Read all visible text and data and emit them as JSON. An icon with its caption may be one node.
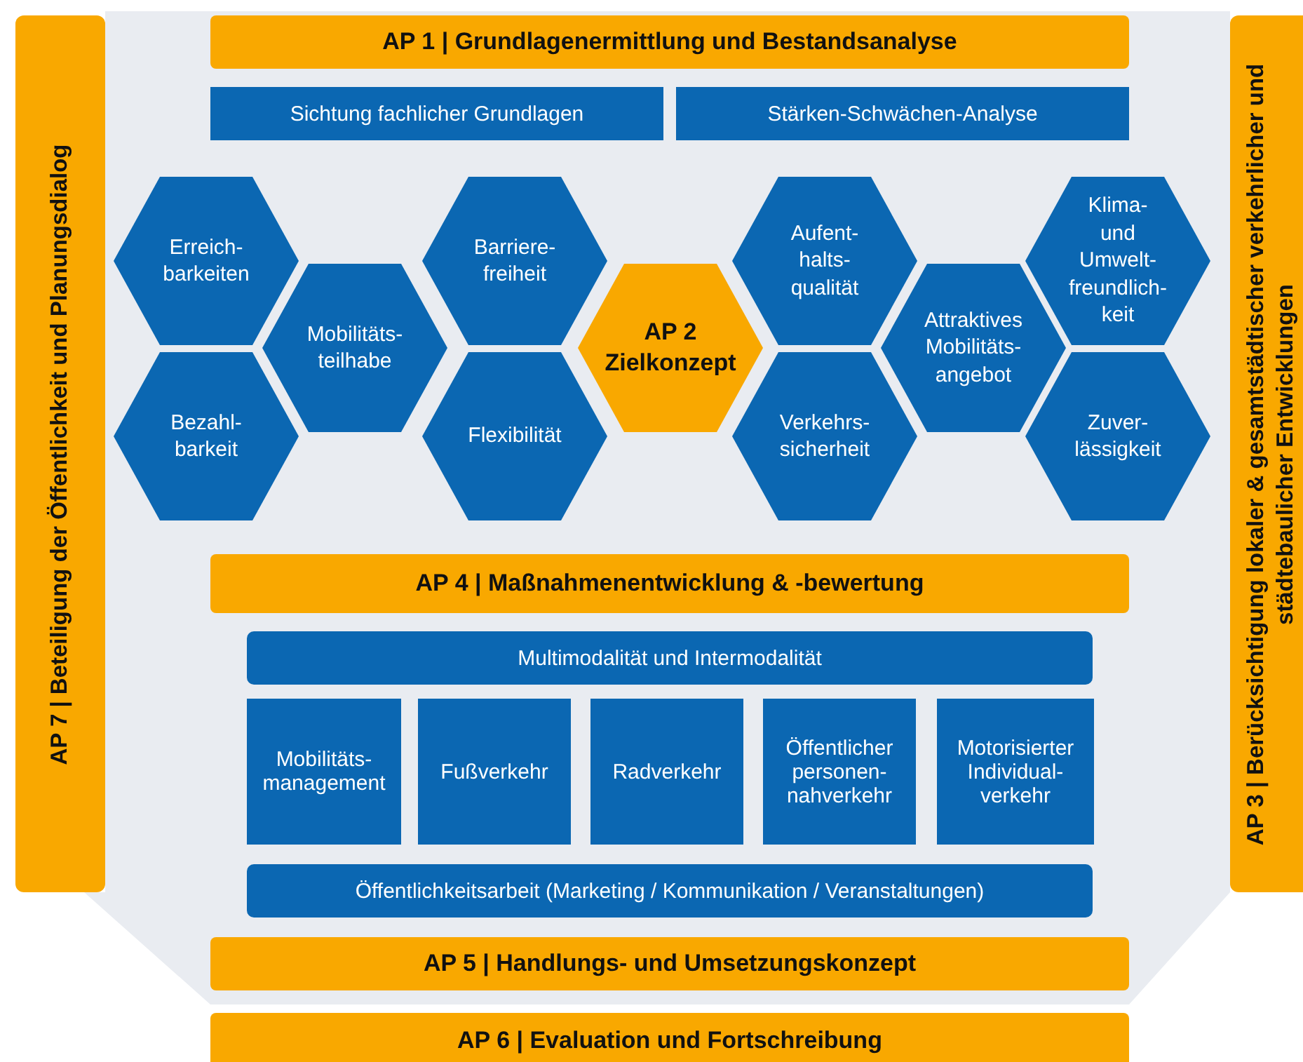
{
  "diagram": {
    "nodes": [
      {
        "text": [
          "AP 1 | Grundlagenermittlung und Bestandsanalyse"
        ]
      },
      {
        "text": [
          "Sichtung fachlicher Grundlagen"
        ]
      },
      {
        "text": [
          "Stärken-Schwächen-Analyse"
        ]
      },
      {
        "text": [
          "Erreich- barkeiten"
        ]
      },
      {
        "text": [
          "Bezahl- barkeit"
        ]
      },
      {
        "text": [
          "Mobilitäts- teilhabe"
        ]
      },
      {
        "text": [
          "Barriere- freiheit"
        ]
      },
      {
        "text": [
          "Flexibilität"
        ]
      },
      {
        "text": [
          "AP 2 Zielkonzept"
        ]
      },
      {
        "text": [
          "Aufent- halts- qualität"
        ]
      },
      {
        "text": [
          "Verkehrs- sicherheit"
        ]
      },
      {
        "text": [
          "Attraktives Mobilitäts- angebot"
        ]
      },
      {
        "text": [
          "Klima- und Umwelt- freundlich- keit"
        ]
      },
      {
        "text": [
          "Zuver- lässigkeit"
        ]
      },
      {
        "text": [
          "AP 4 | Maßnahmenentwicklung & -bewertung"
        ]
      },
      {
        "text": [
          "Multimodalität und Intermodalität"
        ]
      },
      {
        "text": [
          "Mobilitäts- management"
        ]
      },
      {
        "text": [
          "Fußverkehr"
        ]
      },
      {
        "text": [
          "Radverkehr"
        ]
      },
      {
        "text": [
          "Öffentlicher personen- nahverkehr"
        ]
      },
      {
        "text": [
          "Motorisierter Individual- verkehr"
        ]
      },
      {
        "text": [
          "Öffentlichkeitsarbeit (Marketing / Kommunikation / Veranstaltungen)"
        ]
      },
      {
        "text": [
          "AP 5 | Handlungs- und Umsetzungskonzept"
        ]
      },
      {
        "text": [
          "AP 6 | Evaluation und Fortschreibung"
        ]
      },
      {
        "text": [
          "AP 7 | Beteiligung der Öffentlichkeit und Planungsdialog"
        ]
      },
      {
        "text": [
          "AP 3 | Berücksichtigung lokaler & gesamtstädtischer verkehrlicher und städtebaulicher Entwicklungen"
        ]
      }
    ]
  }
}
